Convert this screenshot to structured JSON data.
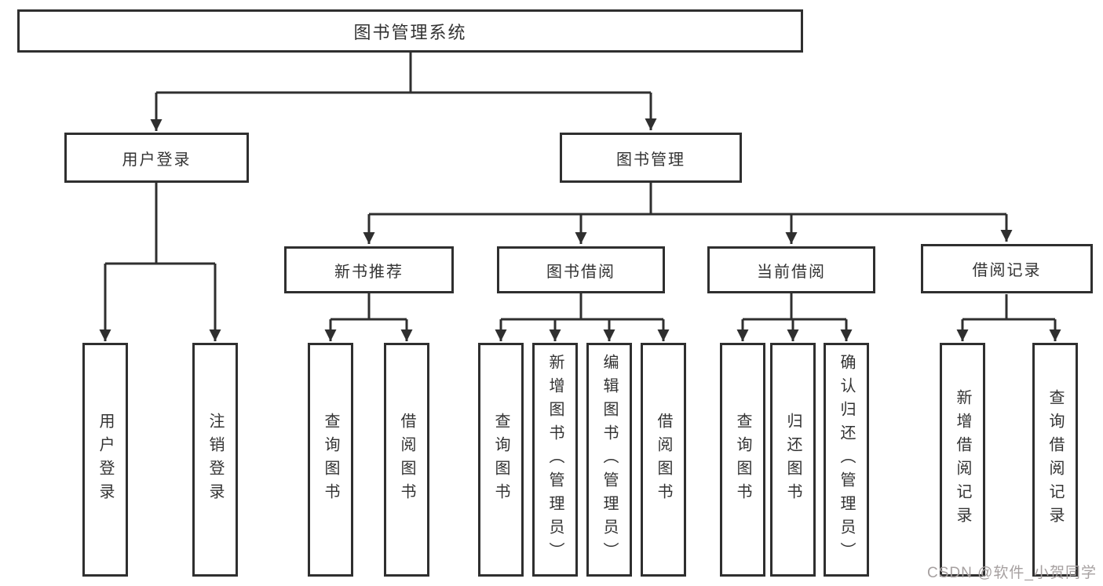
{
  "diagram": {
    "root": {
      "label": "图书管理系统"
    },
    "branches": [
      {
        "label": "用户登录",
        "children": [
          {
            "label": "用户登录"
          },
          {
            "label": "注销登录"
          }
        ]
      },
      {
        "label": "图书管理",
        "children": [
          {
            "label": "新书推荐",
            "children": [
              {
                "label": "查询图书"
              },
              {
                "label": "借阅图书"
              }
            ]
          },
          {
            "label": "图书借阅",
            "children": [
              {
                "label": "查询图书"
              },
              {
                "label": "新增图书（管理员）"
              },
              {
                "label": "编辑图书（管理员）"
              },
              {
                "label": "借阅图书"
              }
            ]
          },
          {
            "label": "当前借阅",
            "children": [
              {
                "label": "查询图书"
              },
              {
                "label": "归还图书"
              },
              {
                "label": "确认归还（管理员）"
              }
            ]
          },
          {
            "label": "借阅记录",
            "children": [
              {
                "label": "新增借阅记录"
              },
              {
                "label": "查询借阅记录"
              }
            ]
          }
        ]
      }
    ]
  },
  "colors": {
    "line": "#2f2f2f",
    "box_border": "#2f2f2f",
    "text": "#333333",
    "background": "#ffffff",
    "watermark": "#a6a0a0"
  },
  "watermark": {
    "text": "CSDN @软件_小贺同学"
  }
}
